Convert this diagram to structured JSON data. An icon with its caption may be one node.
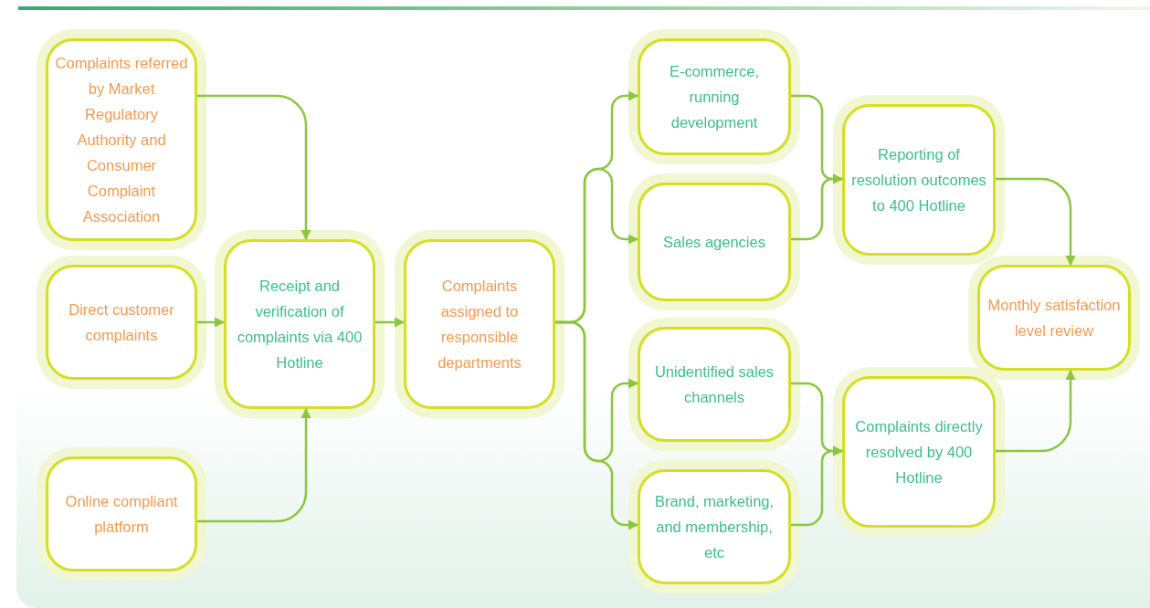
{
  "diagram": {
    "nodes": [
      {
        "text": [
          "Complaints referred by Market Regulatory Authority and Consumer Complaint Association"
        ]
      },
      {
        "text": [
          "Direct customer complaints"
        ]
      },
      {
        "text": [
          "Online compliant platform"
        ]
      },
      {
        "text": [
          "Receipt and verification of complaints via 400 Hotline"
        ]
      },
      {
        "text": [
          "Complaints assigned to responsible departments"
        ]
      },
      {
        "text": [
          "E-commerce, running development"
        ]
      },
      {
        "text": [
          "Sales agencies"
        ]
      },
      {
        "text": [
          "Unidentified sales channels"
        ]
      },
      {
        "text": [
          "Brand, marketing, and membership, etc"
        ]
      },
      {
        "text": [
          "Reporting of resolution outcomes to 400 Hotline"
        ]
      },
      {
        "text": [
          "Monthly satisfaction level review"
        ]
      },
      {
        "text": [
          "Complaints directly resolved by 400 Hotline"
        ]
      }
    ],
    "edges": [
      {
        "from": 0,
        "to": 3,
        "arrow": "to"
      },
      {
        "from": 1,
        "to": 3,
        "arrow": "to"
      },
      {
        "from": 2,
        "to": 3,
        "arrow": "to"
      },
      {
        "from": 3,
        "to": 4,
        "arrow": "to"
      },
      {
        "from": 4,
        "to": 5,
        "arrow": "to"
      },
      {
        "from": 4,
        "to": 6,
        "arrow": "to"
      },
      {
        "from": 4,
        "to": 7,
        "arrow": "to"
      },
      {
        "from": 4,
        "to": 8,
        "arrow": "to"
      },
      {
        "from": 5,
        "to": 9,
        "arrow": "to"
      },
      {
        "from": 6,
        "to": 9,
        "arrow": "to"
      },
      {
        "from": 7,
        "to": 11,
        "arrow": "to"
      },
      {
        "from": 8,
        "to": 11,
        "arrow": "to"
      },
      {
        "from": 9,
        "to": 10,
        "arrow": "to"
      },
      {
        "from": 11,
        "to": 10,
        "arrow": "to"
      }
    ]
  }
}
